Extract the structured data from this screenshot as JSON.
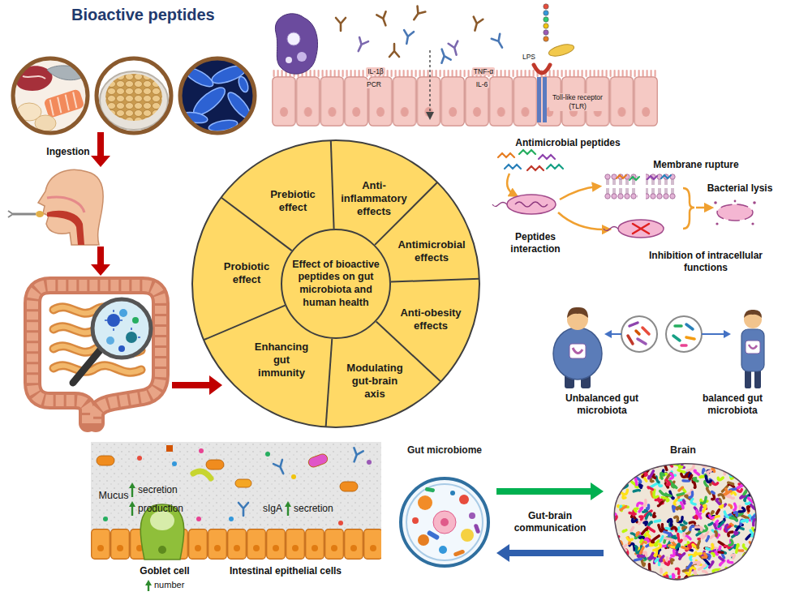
{
  "diagram": {
    "title": "Bioactive peptides",
    "nodes": [
      {
        "text": [
          "Prebiotic effect"
        ]
      },
      {
        "text": [
          "Anti-inflammatory effects"
        ]
      },
      {
        "text": [
          "Antimicrobial effects"
        ]
      },
      {
        "text": [
          "Anti-obesity effects"
        ]
      },
      {
        "text": [
          "Modulating gut-brain axis"
        ]
      },
      {
        "text": [
          "Enhancing gut immunity"
        ]
      },
      {
        "text": [
          "Probiotic effect"
        ]
      },
      {
        "text": [
          "Effect of bioactive peptides on gut microbiota and human health"
        ]
      },
      {
        "text": [
          "Gut microbiome"
        ]
      },
      {
        "text": [
          "Brain"
        ]
      }
    ],
    "edges": [
      {
        "from": 8,
        "to": 9,
        "arrow": "to"
      },
      {
        "from": 9,
        "to": 8,
        "arrow": "to"
      }
    ],
    "labels": [
      "Ingestion",
      "IL-1β",
      "TNF-α",
      "PCR",
      "IL-6",
      "LPS",
      "Toll-like receptor (TLR)",
      "Antimicrobial peptides",
      "Membrane rupture",
      "Bacterial lysis",
      "Peptides interaction",
      "Inhibition of intracellular functions",
      "Unbalanced gut microbiota",
      "balanced gut microbiota",
      "Mucus",
      "secretion",
      "production",
      "sIgA",
      "secretion",
      "Goblet cell",
      "number",
      "Intestinal epithelial cells",
      "Gut-brain communication"
    ]
  }
}
